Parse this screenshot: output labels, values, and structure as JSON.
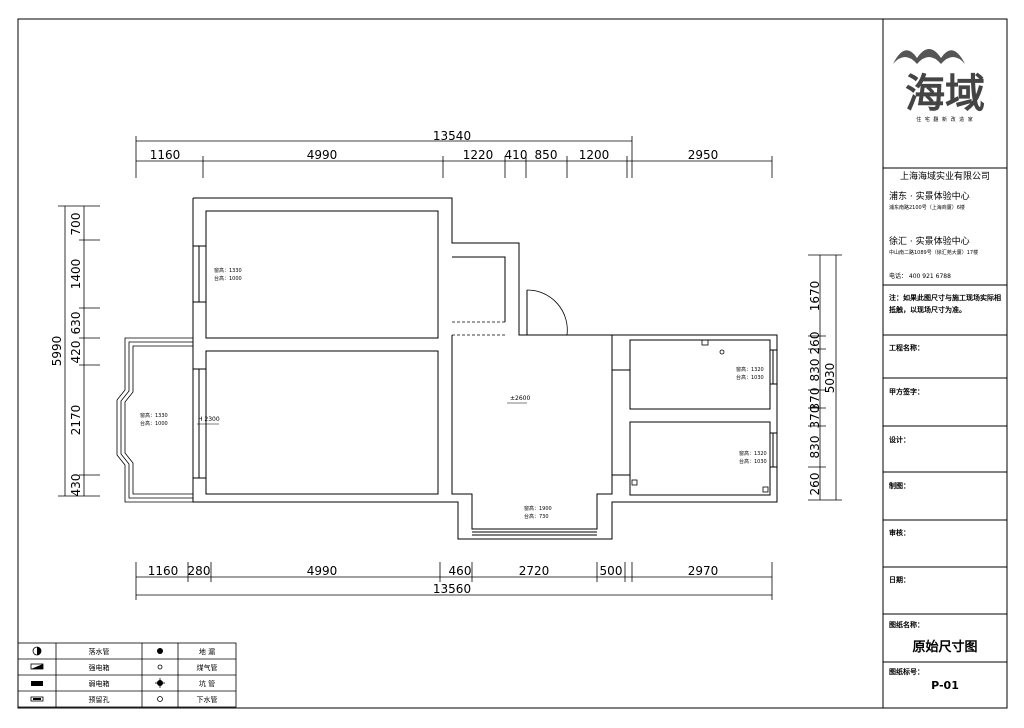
{
  "plan": {
    "top_total": "13540",
    "top_segments": [
      "1160",
      "4990",
      "1220",
      "410",
      "850",
      "1200",
      "2950"
    ],
    "bottom_total": "13560",
    "bottom_segments": [
      "1160",
      "280",
      "4990",
      "460",
      "2720",
      "500",
      "2970"
    ],
    "left_total": "5990",
    "left_segments": [
      "700",
      "1400",
      "630",
      "420",
      "2170",
      "430"
    ],
    "right_total": "5030",
    "right_segments": [
      "1670",
      "260",
      "830",
      "370",
      "370",
      "830",
      "260"
    ],
    "annotations": {
      "room1_window": "窗高：1330",
      "room1_sill": "台高：1000",
      "balcony_window": "窗高：1330",
      "balcony_sill": "台高：1000",
      "beam_height": "H 2300",
      "ceiling_height": "±2600",
      "bath1_window": "窗高：1320",
      "bath1_sill": "台高：1030",
      "bath2_window": "窗高：1320",
      "bath2_sill": "台高：1030",
      "bottom_window": "窗高：1900",
      "bottom_sill": "台高：730"
    }
  },
  "title_block": {
    "logo_text": "海域",
    "logo_subtitle": "住 宅 翻 新 改 造 家",
    "company": "上海海域实业有限公司",
    "center1_title": "浦东  · 实景体验中心",
    "center1_address": "浦东南路2100号（上海商厦）6楼",
    "center2_title": "徐汇  · 实景体验中心",
    "center2_address": "中山南二路1089号（徐汇苑大厦）17楼",
    "phone": "电话：  400 921 6788",
    "note": "注：如果此图尺寸与施工现场实际相抵触，以现场尺寸为准。",
    "label_project": "工程名称：",
    "label_client": "甲方签字：",
    "label_design": "设计：",
    "label_draw": "制图：",
    "label_review": "审核：",
    "label_date": "日期：",
    "label_drawing_name": "图纸名称：",
    "drawing_name": "原始尺寸图",
    "label_drawing_no": "图纸标号：",
    "drawing_no": "P-01"
  },
  "legend": {
    "items": [
      {
        "icon": "half-circle-icon",
        "label": "落水管"
      },
      {
        "icon": "dot-icon",
        "label": "地 漏"
      },
      {
        "icon": "strong-box-icon",
        "label": "强电箱"
      },
      {
        "icon": "small-circle-icon",
        "label": "煤气管"
      },
      {
        "icon": "weak-box-icon",
        "label": "弱电箱"
      },
      {
        "icon": "cross-dot-icon",
        "label": "坑 管"
      },
      {
        "icon": "hole-icon",
        "label": "预留孔"
      },
      {
        "icon": "ring-icon",
        "label": "下水管"
      }
    ]
  }
}
